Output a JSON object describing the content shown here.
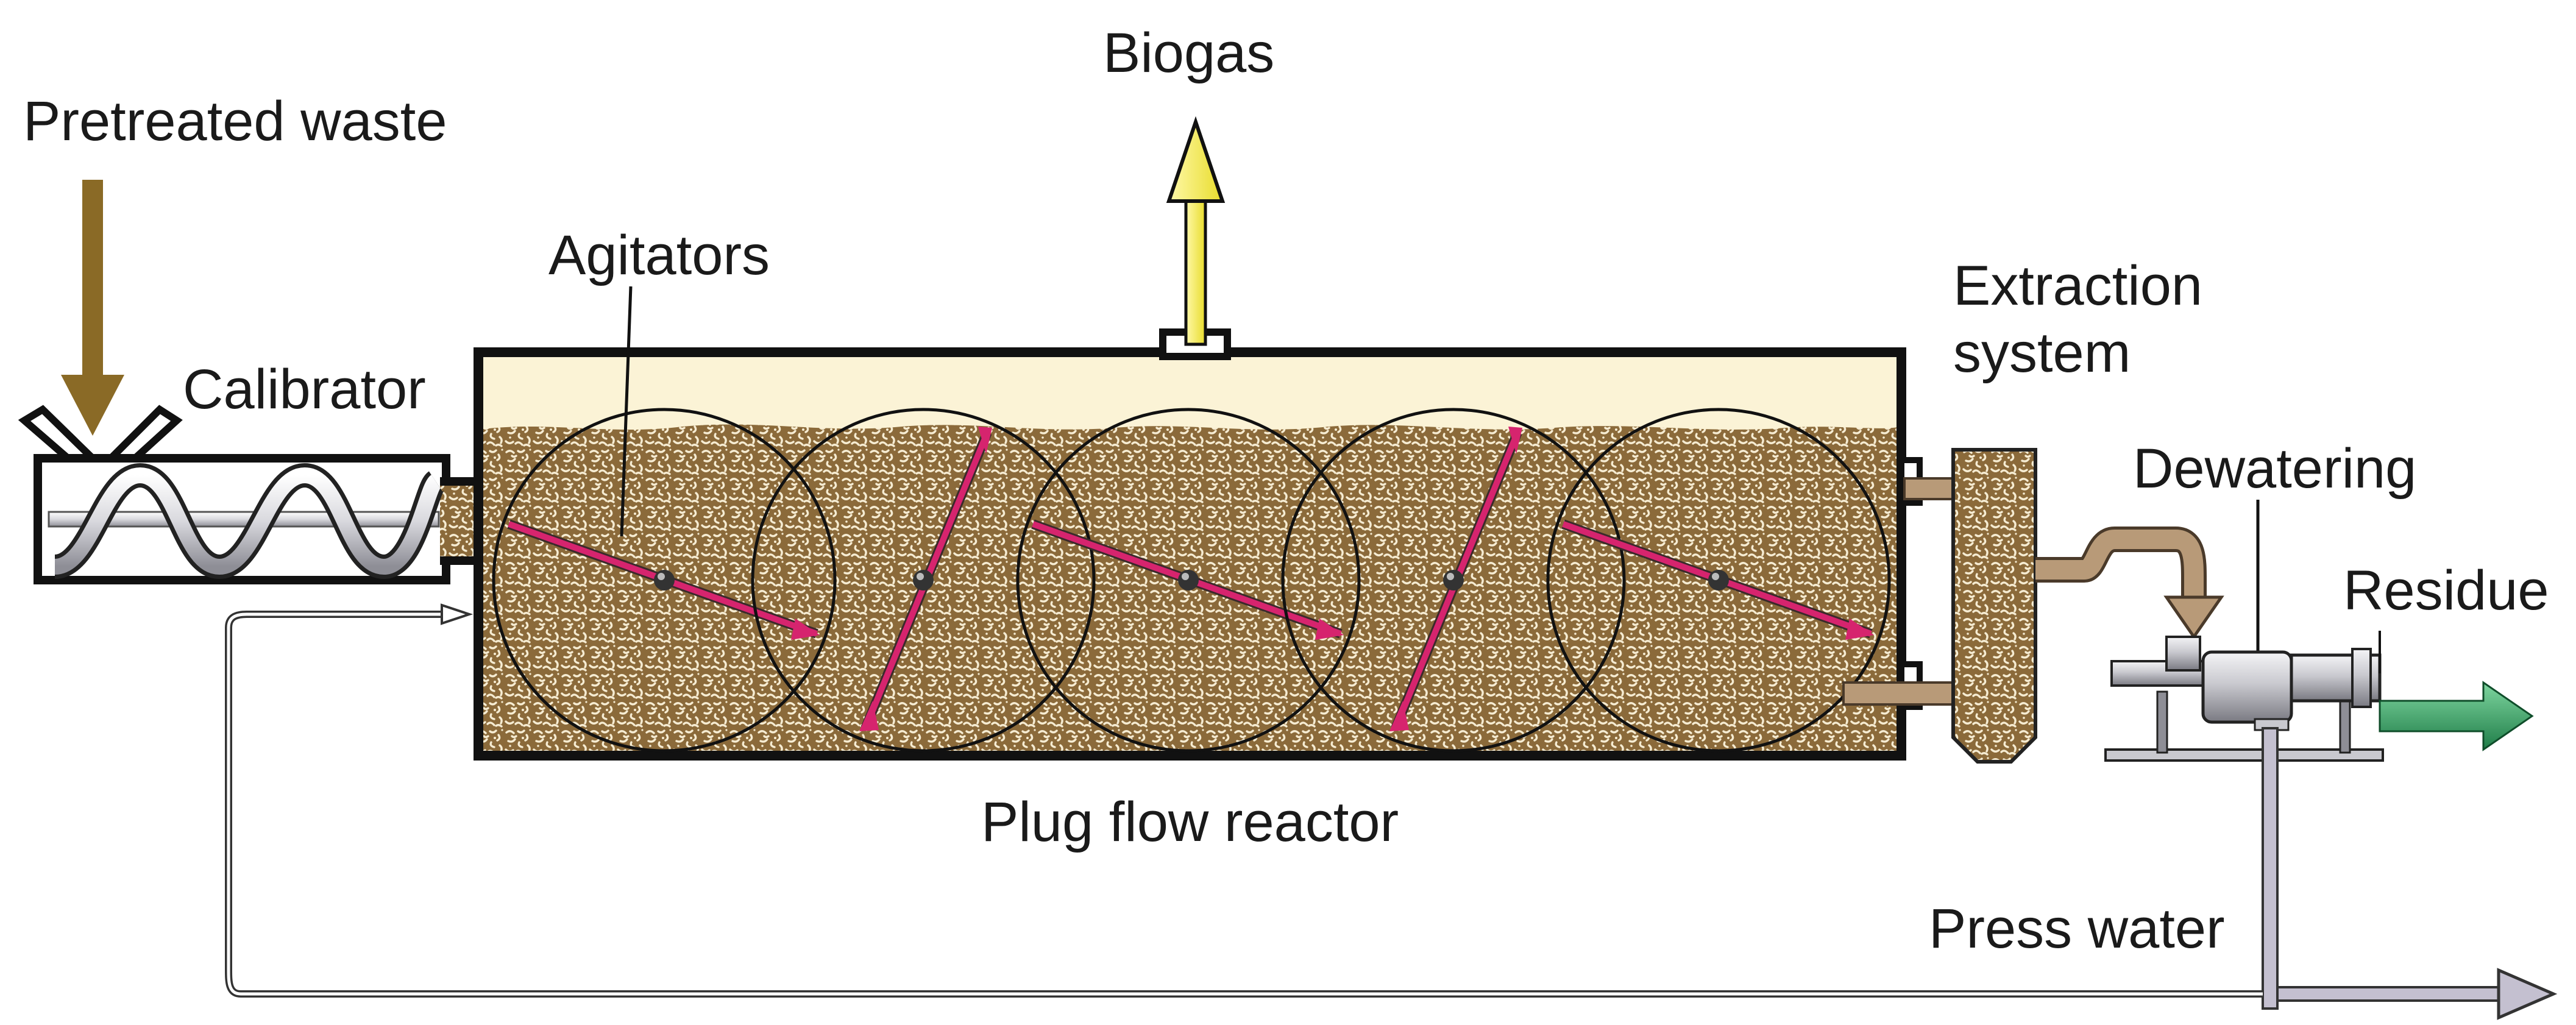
{
  "labels": {
    "pretreated_waste": "Pretreated waste",
    "biogas": "Biogas",
    "agitators": "Agitators",
    "calibrator": "Calibrator",
    "extraction_system_line1": "Extraction",
    "extraction_system_line2": "system",
    "dewatering": "Dewatering",
    "residue": "Residue",
    "plug_flow_reactor": "Plug flow reactor",
    "press_water": "Press water"
  },
  "colors": {
    "waste_arrow": "#8a6a26",
    "biogas_arrow": "#f2ea45",
    "residue_arrow": "#2e8b57",
    "agitator_blade": "#d6246e",
    "slurry": "#8b6a3a",
    "headspace": "#fbf3d6",
    "press_water_pipe": "#c4c0d0",
    "extraction_pipe": "#b89a78"
  },
  "agitators": [
    {
      "id": 1,
      "orientation": "shallow-down"
    },
    {
      "id": 2,
      "orientation": "steep-up"
    },
    {
      "id": 3,
      "orientation": "shallow-down"
    },
    {
      "id": 4,
      "orientation": "steep-up"
    },
    {
      "id": 5,
      "orientation": "shallow-down"
    }
  ]
}
